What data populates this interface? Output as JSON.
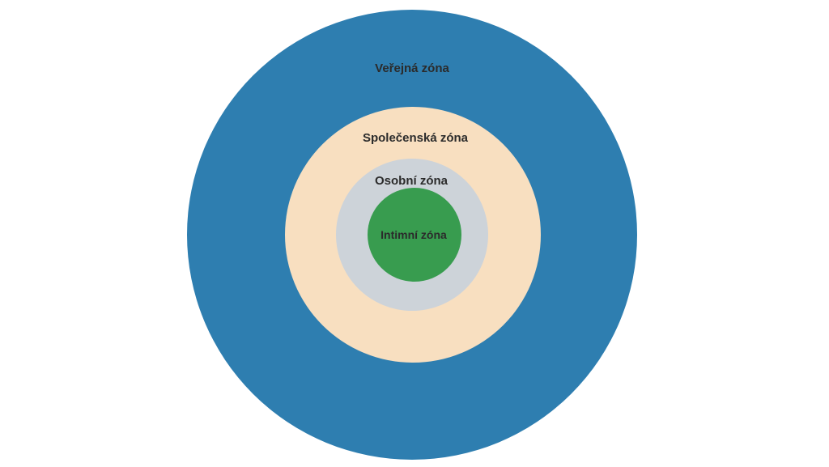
{
  "diagram": {
    "zones": [
      {
        "id": "public",
        "label": "Veřejná zóna",
        "color": "#2e7eb0"
      },
      {
        "id": "social",
        "label": "Společenská zóna",
        "color": "#f8dfc0"
      },
      {
        "id": "personal",
        "label": "Osobní zóna",
        "color": "#cdd3d9"
      },
      {
        "id": "intimate",
        "label": "Intimní zóna",
        "color": "#389c4f"
      }
    ]
  }
}
